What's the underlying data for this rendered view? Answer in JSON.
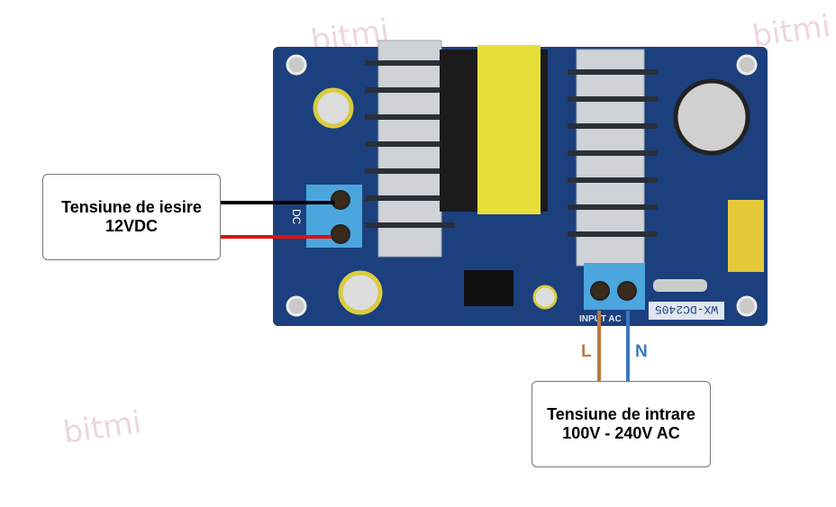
{
  "watermark": "bitmi",
  "board": {
    "model_label": "WX-DC2405",
    "input_label": "INPUT AC",
    "output_label": "DC"
  },
  "output": {
    "title": "Tensiune de iesire",
    "value": "12VDC"
  },
  "input": {
    "title": "Tensiune de intrare",
    "value": "100V - 240V AC",
    "live_label": "L",
    "neutral_label": "N"
  },
  "colors": {
    "board": "#1c3f7e",
    "live_wire": "#b87a3f",
    "neutral_wire": "#3a78c2",
    "positive_wire": "#e01010",
    "negative_wire": "#000000",
    "terminal": "#4aa6dd"
  }
}
